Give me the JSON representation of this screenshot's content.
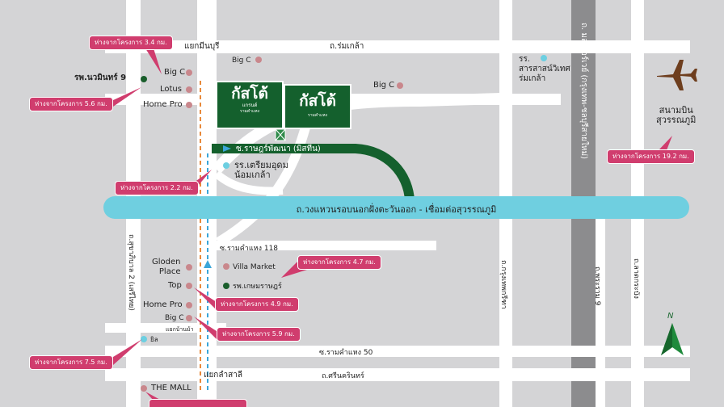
{
  "roads": {
    "top_junction": "แยกมีนบุรี",
    "romklao": "ถ.ร่มเกล้า",
    "ratpattana": "ซ.ราษฎร์พัฒนา (มิสทีน)",
    "ramkhamhaeng118": "ซ.รามคำแหง 118",
    "ramkhamhaeng50": "ซ.รามคำแหง 50",
    "sukhaphiban2": "ถ.สุขาภิบาล 2 (เสรีไทย)",
    "krungthep_kreetha": "ถ.กรุงเทพกรีฑา",
    "motorway": "ถ. มอเตอร์เวย์ (กรุงเทพ-ชลบุรีสายใหม่)",
    "rama9": "ถ.พระราม 9",
    "latkrabang": "ถ.ลาดกระบัง",
    "bottom_junction": "แยกลำสาลี",
    "srinakarin": "ถ.ศรีนครินทร์",
    "banma_junction": "แยกบ้านม้า",
    "ring_road": "ถ.วงแหวนรอบนอกฝั่งตะวันออก - เชื่อมต่อสุวรรณภูมิ"
  },
  "pois": {
    "bigc_top": "Big C",
    "bigc_left": "Big C",
    "lotus": "Lotus",
    "homepro_top": "Home Pro",
    "nawamin": "รพ.นวมินทร์ 9",
    "school_sarasas": "รร.\nสารสาสน์วิเทศ\nร่มเกล้า",
    "bigc_right": "Big C",
    "airport": "สนามบิน\nสุวรรณภูมิ",
    "school_triam": "รร.เตรียมอุดม\nน้อมเกล้า",
    "gloden": "Gloden\nPlace",
    "villa": "Villa Market",
    "top": "Top",
    "kasemrad": "รพ.เกษมราษฎร์",
    "homepro_bottom": "Home Pro",
    "bigc_bottom": "Big C",
    "bangkokhospital": "ยิล",
    "themall": "THE MALL"
  },
  "callouts": {
    "c1": "ห่างจากโครงการ 3.4 กม.",
    "c2": "ห่างจากโครงการ 5.6 กม.",
    "c3": "ห่างจากโครงการ 19.2 กม.",
    "c4": "ห่างจากโครงการ 2.2 กม.",
    "c5": "ห่างจากโครงการ 4.7 กม.",
    "c6": "ห่างจากโครงการ 4.9 กม.",
    "c7": "ห่างจากโครงการ 5.9 กม.",
    "c8": "ห่างจากโครงการ 7.5 กม."
  },
  "signs": {
    "left_main": "กัสโต้",
    "left_sub": "แกรนด์",
    "left_foot": "รามคำแหง",
    "right_main": "กัสโต้",
    "right_foot": "รามคำแหง"
  },
  "compass": {
    "north": "N"
  },
  "colors": {
    "background": "#d4d4d6",
    "road": "#ffffff",
    "ring_road": "#6fcfe0",
    "project_green": "#14602d",
    "callout": "#d03d6e",
    "route_orange": "#e8893a",
    "route_blue": "#3aa6d9"
  }
}
